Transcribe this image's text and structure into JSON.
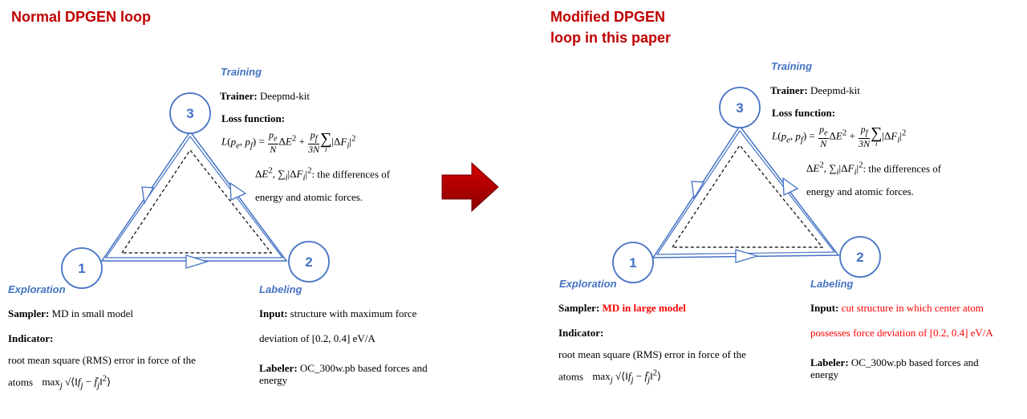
{
  "colors": {
    "title": "#c00000",
    "accent": "#4472c4",
    "arrow": "#c00000",
    "highlight": "#ff0000"
  },
  "left": {
    "title": "Normal DPGEN loop",
    "nodes": [
      "1",
      "2",
      "3"
    ],
    "training": {
      "heading": "Training",
      "trainer_label": "Trainer:",
      "trainer_value": "Deepmd-kit",
      "loss_label": "Loss function:",
      "diff_line1": ": the differences of",
      "diff_line2": "energy and atomic forces."
    },
    "exploration": {
      "heading": "Exploration",
      "sampler_label": "Sampler:",
      "sampler_value": "MD  in small model",
      "indicator_label": "Indicator:",
      "indicator_line1": "root mean square (RMS) error in force of the",
      "indicator_line2": "atoms"
    },
    "labeling": {
      "heading": "Labeling",
      "input_label": "Input:",
      "input_line1": "structure with maximum force",
      "input_line2": "deviation of [0.2, 0.4] eV/A",
      "labeler_label": "Labeler:",
      "labeler_line1": "OC_300w.pb based forces and",
      "labeler_line2": "energy"
    }
  },
  "right": {
    "title_line1": "Modified DPGEN",
    "title_line2": "loop in this paper",
    "nodes": [
      "1",
      "2",
      "3"
    ],
    "training": {
      "heading": "Training",
      "trainer_label": "Trainer:",
      "trainer_value": "Deepmd-kit",
      "loss_label": "Loss function:",
      "diff_line1": ": the differences of",
      "diff_line2": "energy and atomic forces."
    },
    "exploration": {
      "heading": "Exploration",
      "sampler_label": "Sampler:",
      "sampler_value": "MD in large model",
      "indicator_label": "Indicator:",
      "indicator_line1": "root mean square (RMS) error in force of the",
      "indicator_line2": "atoms"
    },
    "labeling": {
      "heading": "Labeling",
      "input_label": "Input:",
      "input_line1": "cut structure in which center atom",
      "input_line2": "possesses force deviation of [0.2, 0.4] eV/A",
      "labeler_label": "Labeler:",
      "labeler_line1": "OC_300w.pb based forces and",
      "labeler_line2": "energy"
    }
  }
}
